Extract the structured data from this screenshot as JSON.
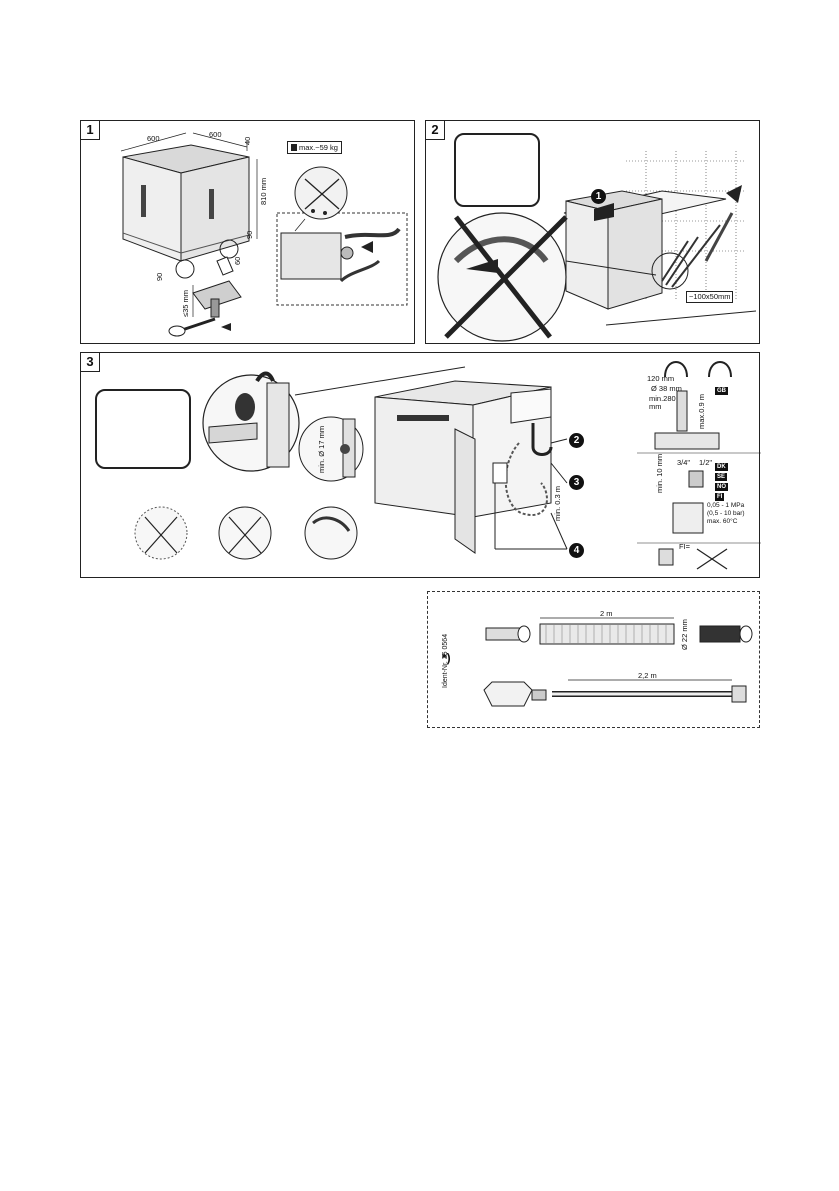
{
  "panel1": {
    "number": "1",
    "dims": {
      "width": "600",
      "depth": "600",
      "top": "40",
      "height": "810 mm",
      "kick": "90",
      "gap": "90",
      "side": "60",
      "leg": "≤35 mm"
    },
    "weight": "max.~59 kg",
    "icons": [
      "weight-icon",
      "no-water-icon",
      "screwdriver-icon"
    ]
  },
  "panel2": {
    "number": "2",
    "step": "1",
    "opening": "~100x50mm"
  },
  "panel3": {
    "number": "3",
    "steps": [
      "2",
      "3",
      "4"
    ],
    "dims": {
      "clamp": "120 mm",
      "pipe": "Ø 38 mm",
      "minheight": "min.280 mm",
      "maxheight": "max.0.9 m",
      "min17": "min. Ø 17 mm",
      "min03": "min. 0.3 m",
      "min10": "min. 10 mm"
    },
    "thread_a": "3/4\"",
    "thread_b": "1/2\"",
    "countries": [
      "GB",
      "DK",
      "SE",
      "NO",
      "FI"
    ],
    "pressure": [
      "0,05 - 1 MPa",
      "(0,5 - 10 bar)",
      "max. 60°C"
    ],
    "fi_label": "FI="
  },
  "accessory": {
    "star": "*)",
    "ident": "Ident-Nr. 35 0564",
    "hose_len": "2 m",
    "diameter": "Ø 22 mm",
    "supply_len": "2,2 m"
  }
}
